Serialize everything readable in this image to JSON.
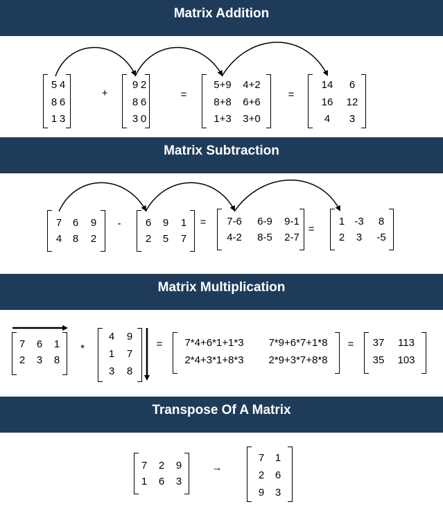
{
  "sections": [
    {
      "title": "Matrix Addition",
      "matrices": [
        [
          [
            "5",
            "4"
          ],
          [
            "8",
            "6"
          ],
          [
            "1",
            "3"
          ]
        ],
        [
          [
            "9",
            "2"
          ],
          [
            "8",
            "6"
          ],
          [
            "3",
            "0"
          ]
        ],
        [
          [
            "5+9",
            "4+2"
          ],
          [
            "8+8",
            "6+6"
          ],
          [
            "1+3",
            "3+0"
          ]
        ],
        [
          [
            "14",
            "6"
          ],
          [
            "16",
            "12"
          ],
          [
            "4",
            "3"
          ]
        ]
      ],
      "operators": [
        "+",
        "=",
        "="
      ]
    },
    {
      "title": "Matrix Subtraction",
      "matrices": [
        [
          [
            "7",
            "6",
            "9"
          ],
          [
            "4",
            "8",
            "2"
          ]
        ],
        [
          [
            "6",
            "9",
            "1"
          ],
          [
            "2",
            "5",
            "7"
          ]
        ],
        [
          [
            "7-6",
            "6-9",
            "9-1"
          ],
          [
            "4-2",
            "8-5",
            "2-7"
          ]
        ],
        [
          [
            "1",
            "-3",
            "8"
          ],
          [
            "2",
            "3",
            "-5"
          ]
        ]
      ],
      "operators": [
        "-",
        "=",
        "="
      ]
    },
    {
      "title": "Matrix Multiplication",
      "matrices": [
        [
          [
            "7",
            "6",
            "1"
          ],
          [
            "2",
            "3",
            "8"
          ]
        ],
        [
          [
            "4",
            "9"
          ],
          [
            "1",
            "7"
          ],
          [
            "3",
            "8"
          ]
        ],
        [
          [
            "7*4+6*1+1*3",
            "7*9+6*7+1*8"
          ],
          [
            "2*4+3*1+8*3",
            "2*9+3*7+8*8"
          ]
        ],
        [
          [
            "37",
            "113"
          ],
          [
            "35",
            "103"
          ]
        ]
      ],
      "operators": [
        "*",
        "=",
        "="
      ]
    },
    {
      "title": "Transpose Of A Matrix",
      "matrices": [
        [
          [
            "7",
            "2",
            "9"
          ],
          [
            "1",
            "6",
            "3"
          ]
        ],
        [
          [
            "7",
            "1"
          ],
          [
            "2",
            "6"
          ],
          [
            "9",
            "3"
          ]
        ]
      ],
      "operators": [
        "→"
      ]
    }
  ],
  "colors": {
    "banner": "#1f3b5a",
    "banner_text": "#ffffff",
    "ink": "#000000"
  }
}
